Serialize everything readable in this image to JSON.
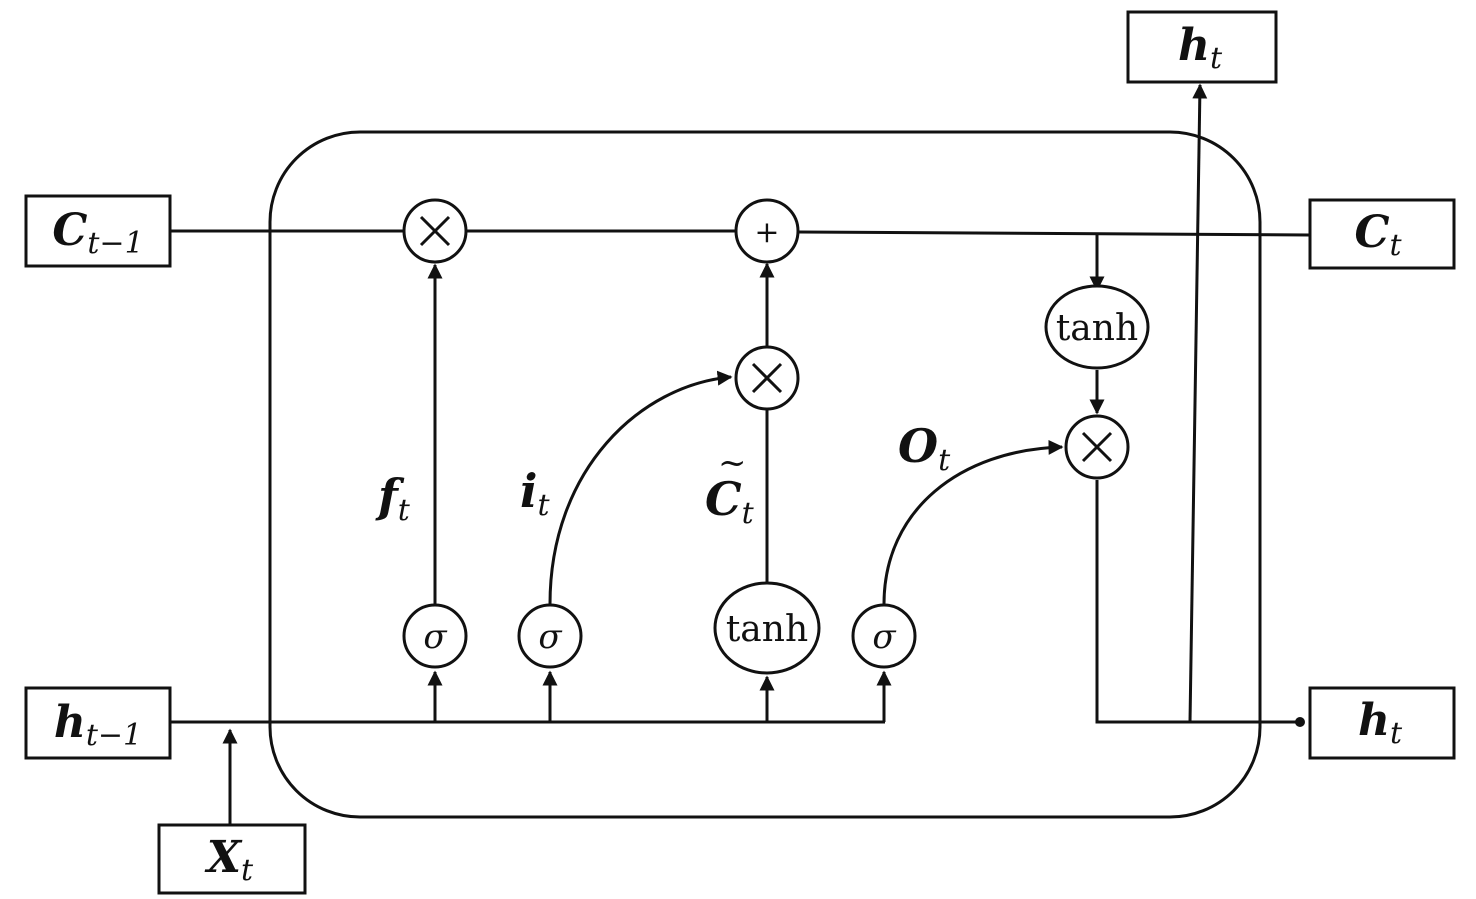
{
  "io": {
    "c_prev": {
      "main": "C",
      "sub": "t−1"
    },
    "h_prev": {
      "main": "h",
      "sub": "t−1"
    },
    "x_in": {
      "main": "X",
      "sub": "t"
    },
    "c_out": {
      "main": "C",
      "sub": "t"
    },
    "h_out_top": {
      "main": "h",
      "sub": "t"
    },
    "h_out_right": {
      "main": "h",
      "sub": "t"
    }
  },
  "gates": {
    "forget": {
      "main": "f",
      "sub": "t"
    },
    "input": {
      "main": "i",
      "sub": "t"
    },
    "candidate": {
      "tilde": "~",
      "main": "C",
      "sub": "t"
    },
    "output": {
      "main": "O",
      "sub": "t"
    }
  },
  "ops": {
    "multiply": "×",
    "add": "+",
    "sigma": "σ",
    "tanh": "tanh"
  }
}
